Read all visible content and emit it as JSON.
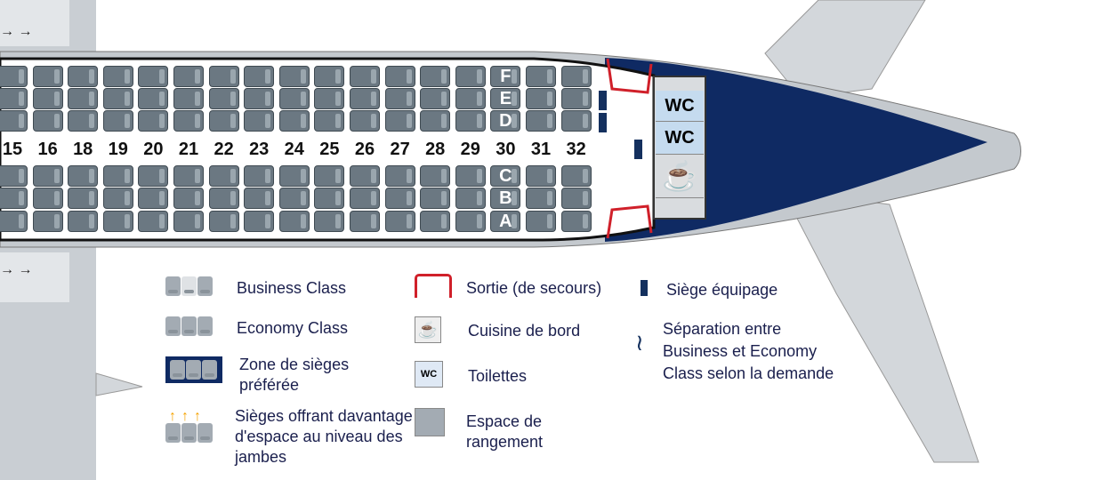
{
  "rows": [
    "15",
    "16",
    "18",
    "19",
    "20",
    "21",
    "22",
    "23",
    "24",
    "25",
    "26",
    "27",
    "28",
    "29",
    "30",
    "31",
    "32"
  ],
  "seat_letters_upper": [
    "F",
    "E",
    "D"
  ],
  "seat_letters_lower": [
    "C",
    "B",
    "A"
  ],
  "lavatories": [
    "WC",
    "WC"
  ],
  "legend": {
    "business": "Business Class",
    "economy": "Economy Class",
    "preferred": "Zone de sièges préférée",
    "legroom": "Sièges offrant davantage d'espace au niveau des jambes",
    "exit": "Sortie (de secours)",
    "galley": "Cuisine de bord",
    "toilets": "Toilettes",
    "toilets_icon": "WC",
    "storage": "Espace de rangement",
    "crew": "Siège équipage",
    "separation": "Séparation entre Business et Economy Class selon la demande"
  },
  "colors": {
    "seat": "#6b7882",
    "exit": "#d0202a",
    "fuselage_blue": "#0f2a63",
    "crew": "#14305e"
  }
}
